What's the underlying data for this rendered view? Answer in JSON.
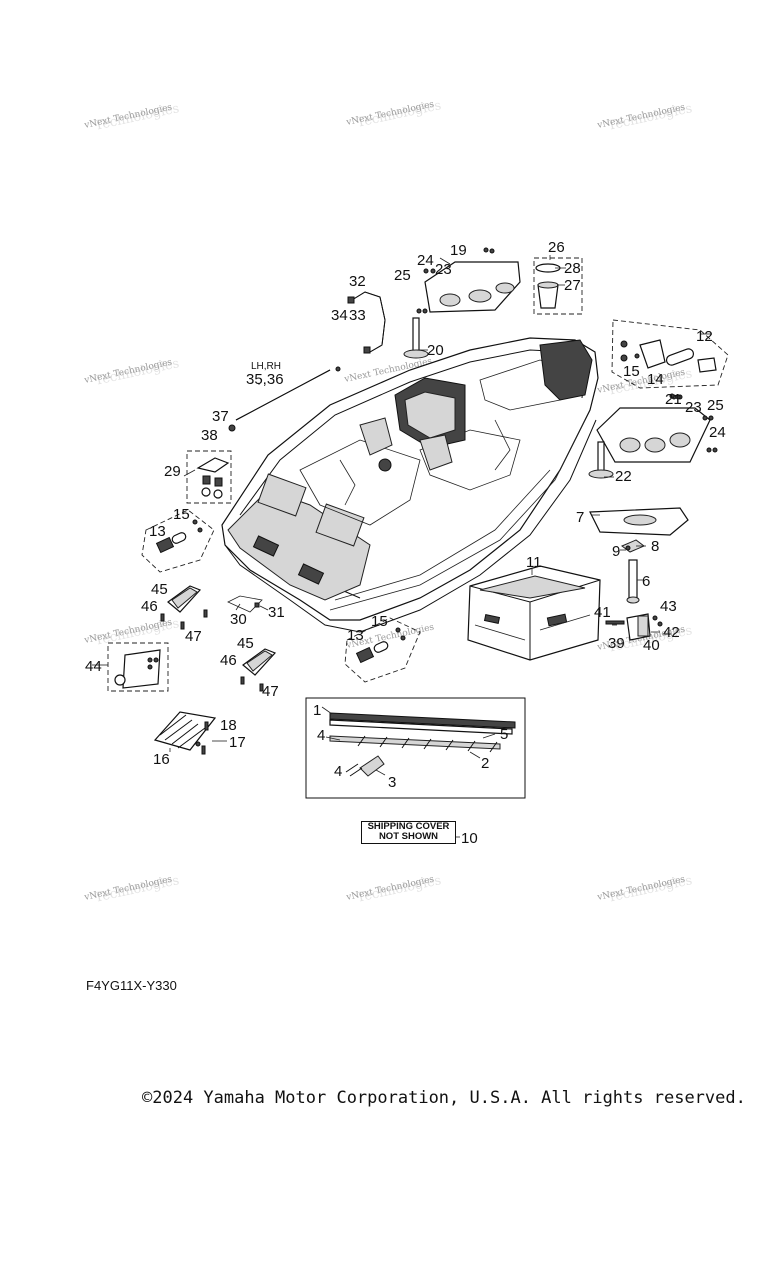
{
  "watermark": "vNext Technologies",
  "watermark_shadow": "Technologies",
  "diagram_code": "F4YG11X-Y330",
  "copyright": "©2024 Yamaha Motor Corporation, U.S.A. All rights reserved.",
  "shipping_note": {
    "line1": "SHIPPING COVER",
    "line2": "NOT SHOWN",
    "callout": "10"
  },
  "side_note": "LH,RH",
  "callouts": {
    "c1": "1",
    "c2": "2",
    "c3": "3",
    "c4a": "4",
    "c4b": "4",
    "c5": "5",
    "c6": "6",
    "c7": "7",
    "c8": "8",
    "c9": "9",
    "c11": "11",
    "c12": "12",
    "c13a": "13",
    "c13b": "13",
    "c14": "14",
    "c15a": "15",
    "c15b": "15",
    "c15c": "15",
    "c16": "16",
    "c17": "17",
    "c18": "18",
    "c19": "19",
    "c20": "20",
    "c21": "21",
    "c22": "22",
    "c23a": "23",
    "c23b": "23",
    "c24a": "24",
    "c24b": "24",
    "c25a": "25",
    "c25b": "25",
    "c26": "26",
    "c27": "27",
    "c28": "28",
    "c29": "29",
    "c30": "30",
    "c31": "31",
    "c32": "32",
    "c33": "33",
    "c34": "34",
    "c3536": "35,36",
    "c37": "37",
    "c38": "38",
    "c39": "39",
    "c40": "40",
    "c41": "41",
    "c42": "42",
    "c43": "43",
    "c44": "44",
    "c45a": "45",
    "c45b": "45",
    "c46a": "46",
    "c46b": "46",
    "c47a": "47",
    "c47b": "47"
  }
}
